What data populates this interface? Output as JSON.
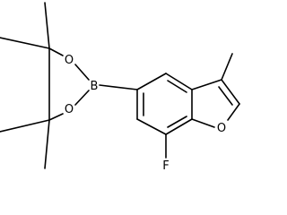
{
  "molecule": {
    "atoms": {
      "boron": "B",
      "oxygen_top": "O",
      "oxygen_bottom": "O",
      "oxygen_furan": "O",
      "fluorine": "F"
    }
  },
  "colors": {
    "bond": "#000000",
    "label": "#000000",
    "background": "#ffffff"
  }
}
